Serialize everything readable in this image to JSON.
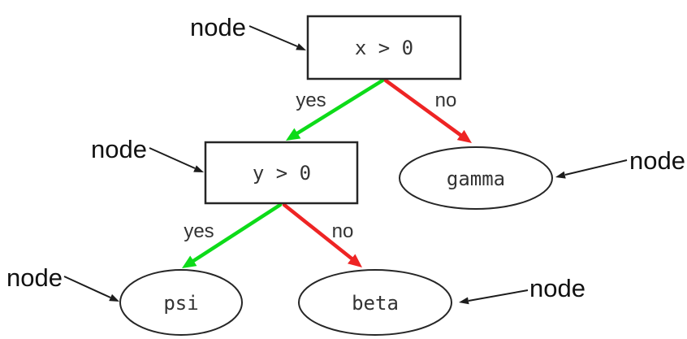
{
  "diagram": {
    "type": "binary-decision-tree",
    "colors": {
      "yes_edge": "#0ddb19",
      "no_edge": "#ee2424",
      "outline": "#262626",
      "callout": "#1c1c1c",
      "background": "#ffffff"
    },
    "nodes": {
      "root": {
        "label": "x > 0",
        "shape": "rectangle"
      },
      "branch": {
        "label": "y > 0",
        "shape": "rectangle"
      },
      "gamma": {
        "label": "gamma",
        "shape": "ellipse"
      },
      "psi": {
        "label": "psi",
        "shape": "ellipse"
      },
      "beta": {
        "label": "beta",
        "shape": "ellipse"
      }
    },
    "edges": [
      {
        "from": "x > 0",
        "to": "y > 0",
        "label": "yes",
        "color_key": "yes_edge"
      },
      {
        "from": "x > 0",
        "to": "gamma",
        "label": "no",
        "color_key": "no_edge"
      },
      {
        "from": "y > 0",
        "to": "psi",
        "label": "yes",
        "color_key": "yes_edge"
      },
      {
        "from": "y > 0",
        "to": "beta",
        "label": "no",
        "color_key": "no_edge"
      }
    ],
    "callouts": [
      {
        "label": "node",
        "points_to": "x > 0"
      },
      {
        "label": "node",
        "points_to": "y > 0"
      },
      {
        "label": "node",
        "points_to": "gamma"
      },
      {
        "label": "node",
        "points_to": "psi"
      },
      {
        "label": "node",
        "points_to": "beta"
      }
    ]
  }
}
